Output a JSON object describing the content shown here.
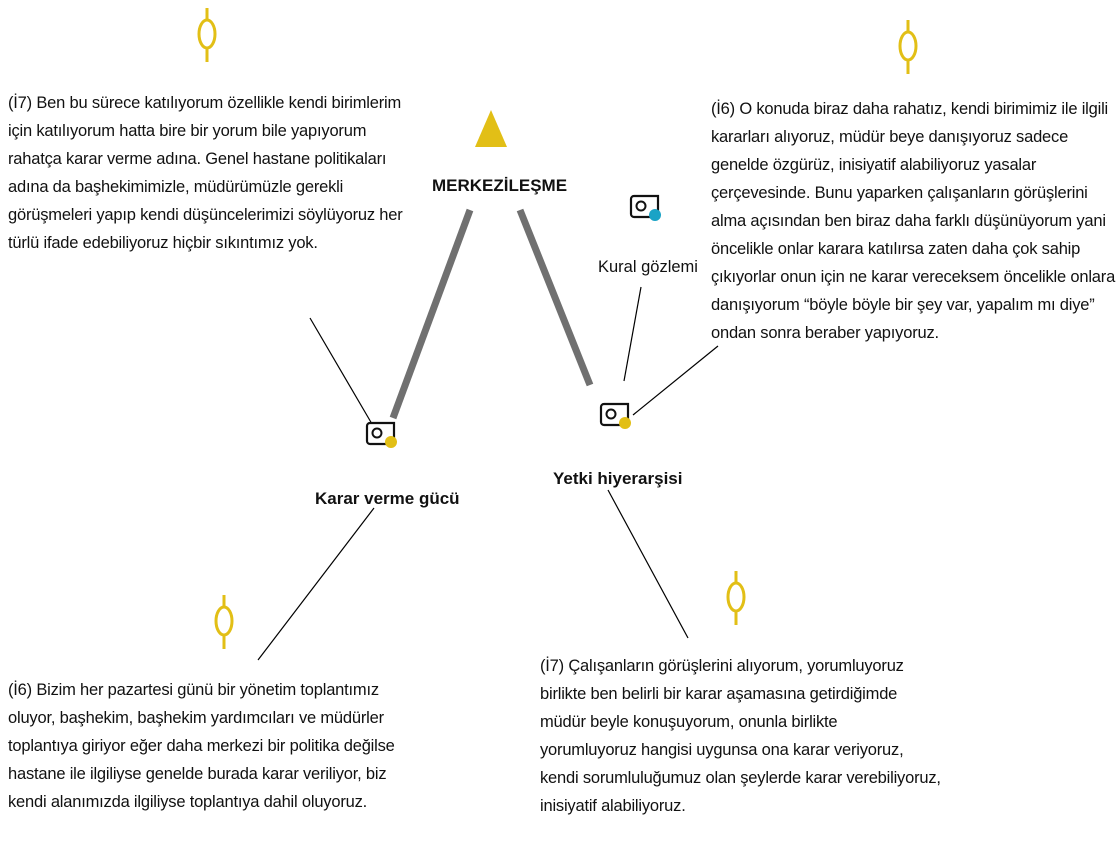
{
  "colors": {
    "accent": "#e2bf16",
    "teal": "#1aa3c6",
    "thick_line": "#707070",
    "thin_line": "#000000"
  },
  "icons": {
    "quote_marker": "quotation-pin-icon",
    "code_tag": "code-tag-icon"
  },
  "nodes": {
    "merkezilesme": "MERKEZİLEŞME",
    "kural_gozlemi": "Kural gözlemi",
    "karar_verme_gucu": "Karar verme gücü",
    "yetki_hiyerarsisi": "Yetki hiyerarşisi"
  },
  "quotes": {
    "top_left": [
      "(İ7) Ben bu sürece katılıyorum özellikle kendi birimlerim",
      "için katılıyorum hatta bire bir yorum bile yapıyorum",
      "rahatça karar verme adına. Genel hastane politikaları",
      "adına da başhekimimizle, müdürümüzle gerekli",
      "görüşmeleri yapıp kendi düşüncelerimizi söylüyoruz her",
      "türlü ifade edebiliyoruz hiçbir sıkıntımız yok."
    ],
    "top_right": [
      "(İ6) O konuda biraz daha rahatız, kendi birimimiz ile ilgili",
      "kararları alıyoruz, müdür beye danışıyoruz sadece",
      "genelde özgürüz, inisiyatif alabiliyoruz yasalar",
      "çerçevesinde.  Bunu yaparken çalışanların görüşlerini",
      "alma açısından ben biraz daha farklı düşünüyorum yani",
      "öncelikle onlar karara katılırsa zaten daha çok sahip",
      "çıkıyorlar onun için ne karar vereceksem öncelikle onlara",
      "danışıyorum “böyle böyle bir şey var, yapalım mı diye”",
      "ondan sonra beraber yapıyoruz."
    ],
    "bottom_left": [
      "(İ6) Bizim her pazartesi günü bir yönetim toplantımız",
      "oluyor, başhekim, başhekim yardımcıları ve müdürler",
      "toplantıya giriyor eğer daha merkezi bir politika değilse",
      "hastane ile ilgiliyse genelde burada karar veriliyor, biz",
      "kendi alanımızda ilgiliyse toplantıya dahil oluyoruz."
    ],
    "bottom_right": [
      "(İ7) Çalışanların görüşlerini alıyorum, yorumluyoruz",
      "birlikte ben belirli bir karar aşamasına getirdiğimde",
      "müdür beyle konuşuyorum, onunla birlikte",
      "yorumluyoruz hangisi uygunsa ona karar veriyoruz,",
      "kendi sorumluluğumuz olan şeylerde karar verebiliyoruz,",
      "inisiyatif alabiliyoruz."
    ]
  }
}
